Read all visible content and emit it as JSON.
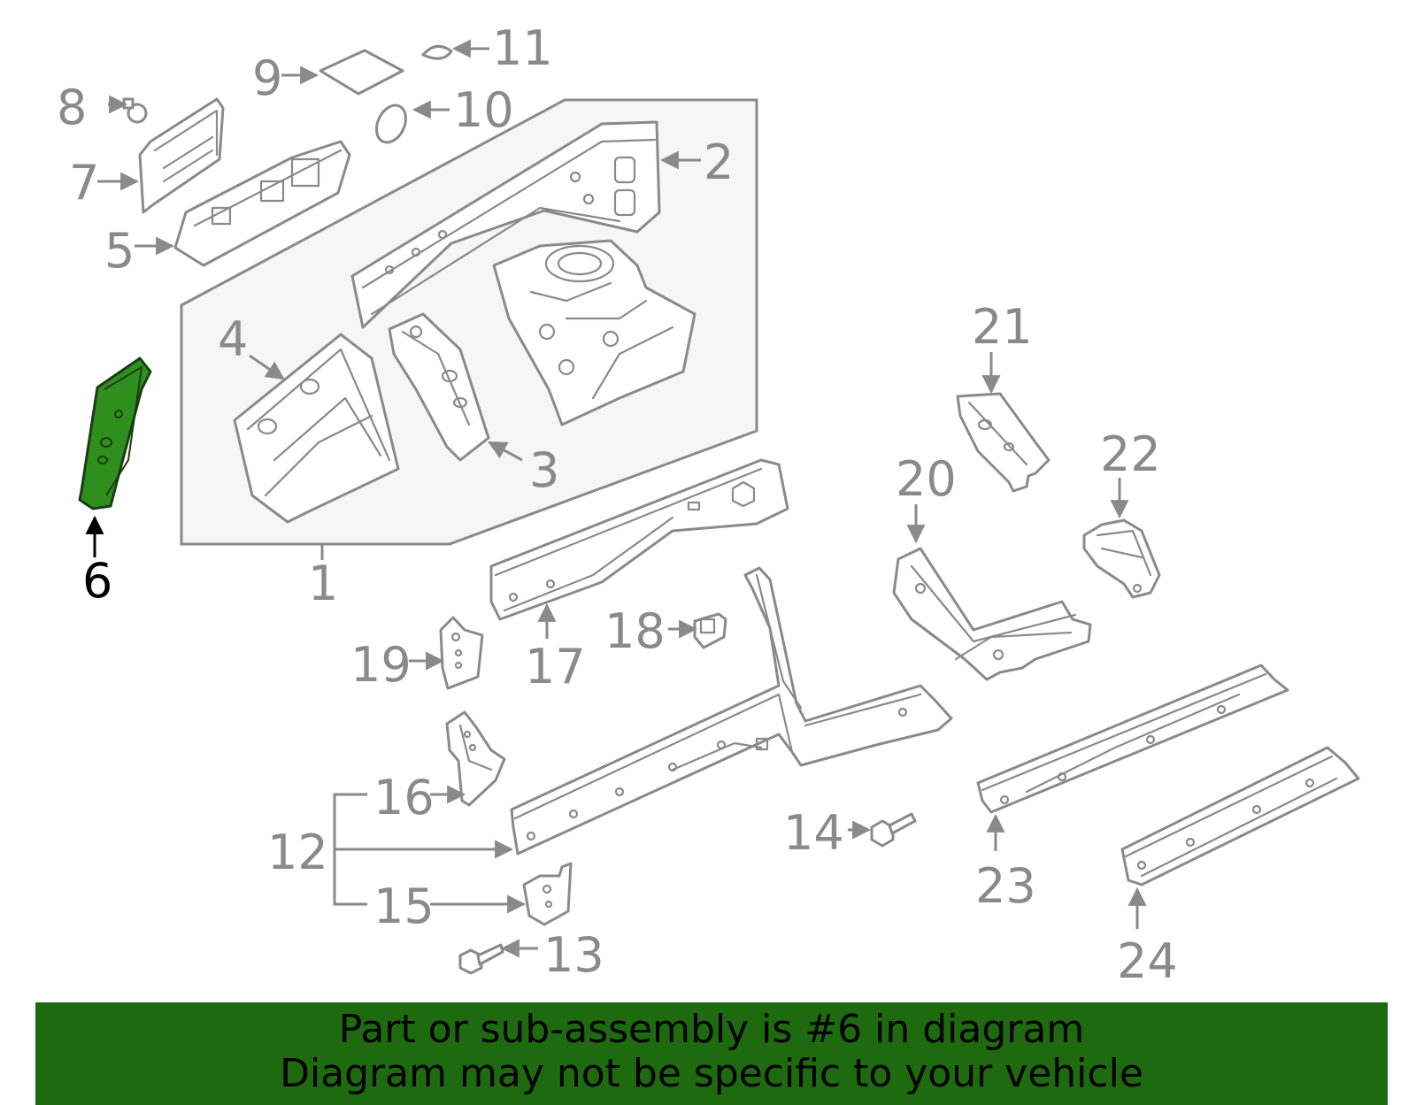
{
  "diagram": {
    "highlight_color": "#2f8f1e",
    "callouts": {
      "n1": "1",
      "n2": "2",
      "n3": "3",
      "n4": "4",
      "n5": "5",
      "n6": "6",
      "n7": "7",
      "n8": "8",
      "n9": "9",
      "n10": "10",
      "n11": "11",
      "n12": "12",
      "n13": "13",
      "n14": "14",
      "n15": "15",
      "n16": "16",
      "n17": "17",
      "n18": "18",
      "n19": "19",
      "n20": "20",
      "n21": "21",
      "n22": "22",
      "n23": "23",
      "n24": "24"
    }
  },
  "banner": {
    "background": "#1e6a0f",
    "line1": "Part or sub-assembly is #6 in diagram",
    "line2": "Diagram may not be specific to your vehicle"
  }
}
